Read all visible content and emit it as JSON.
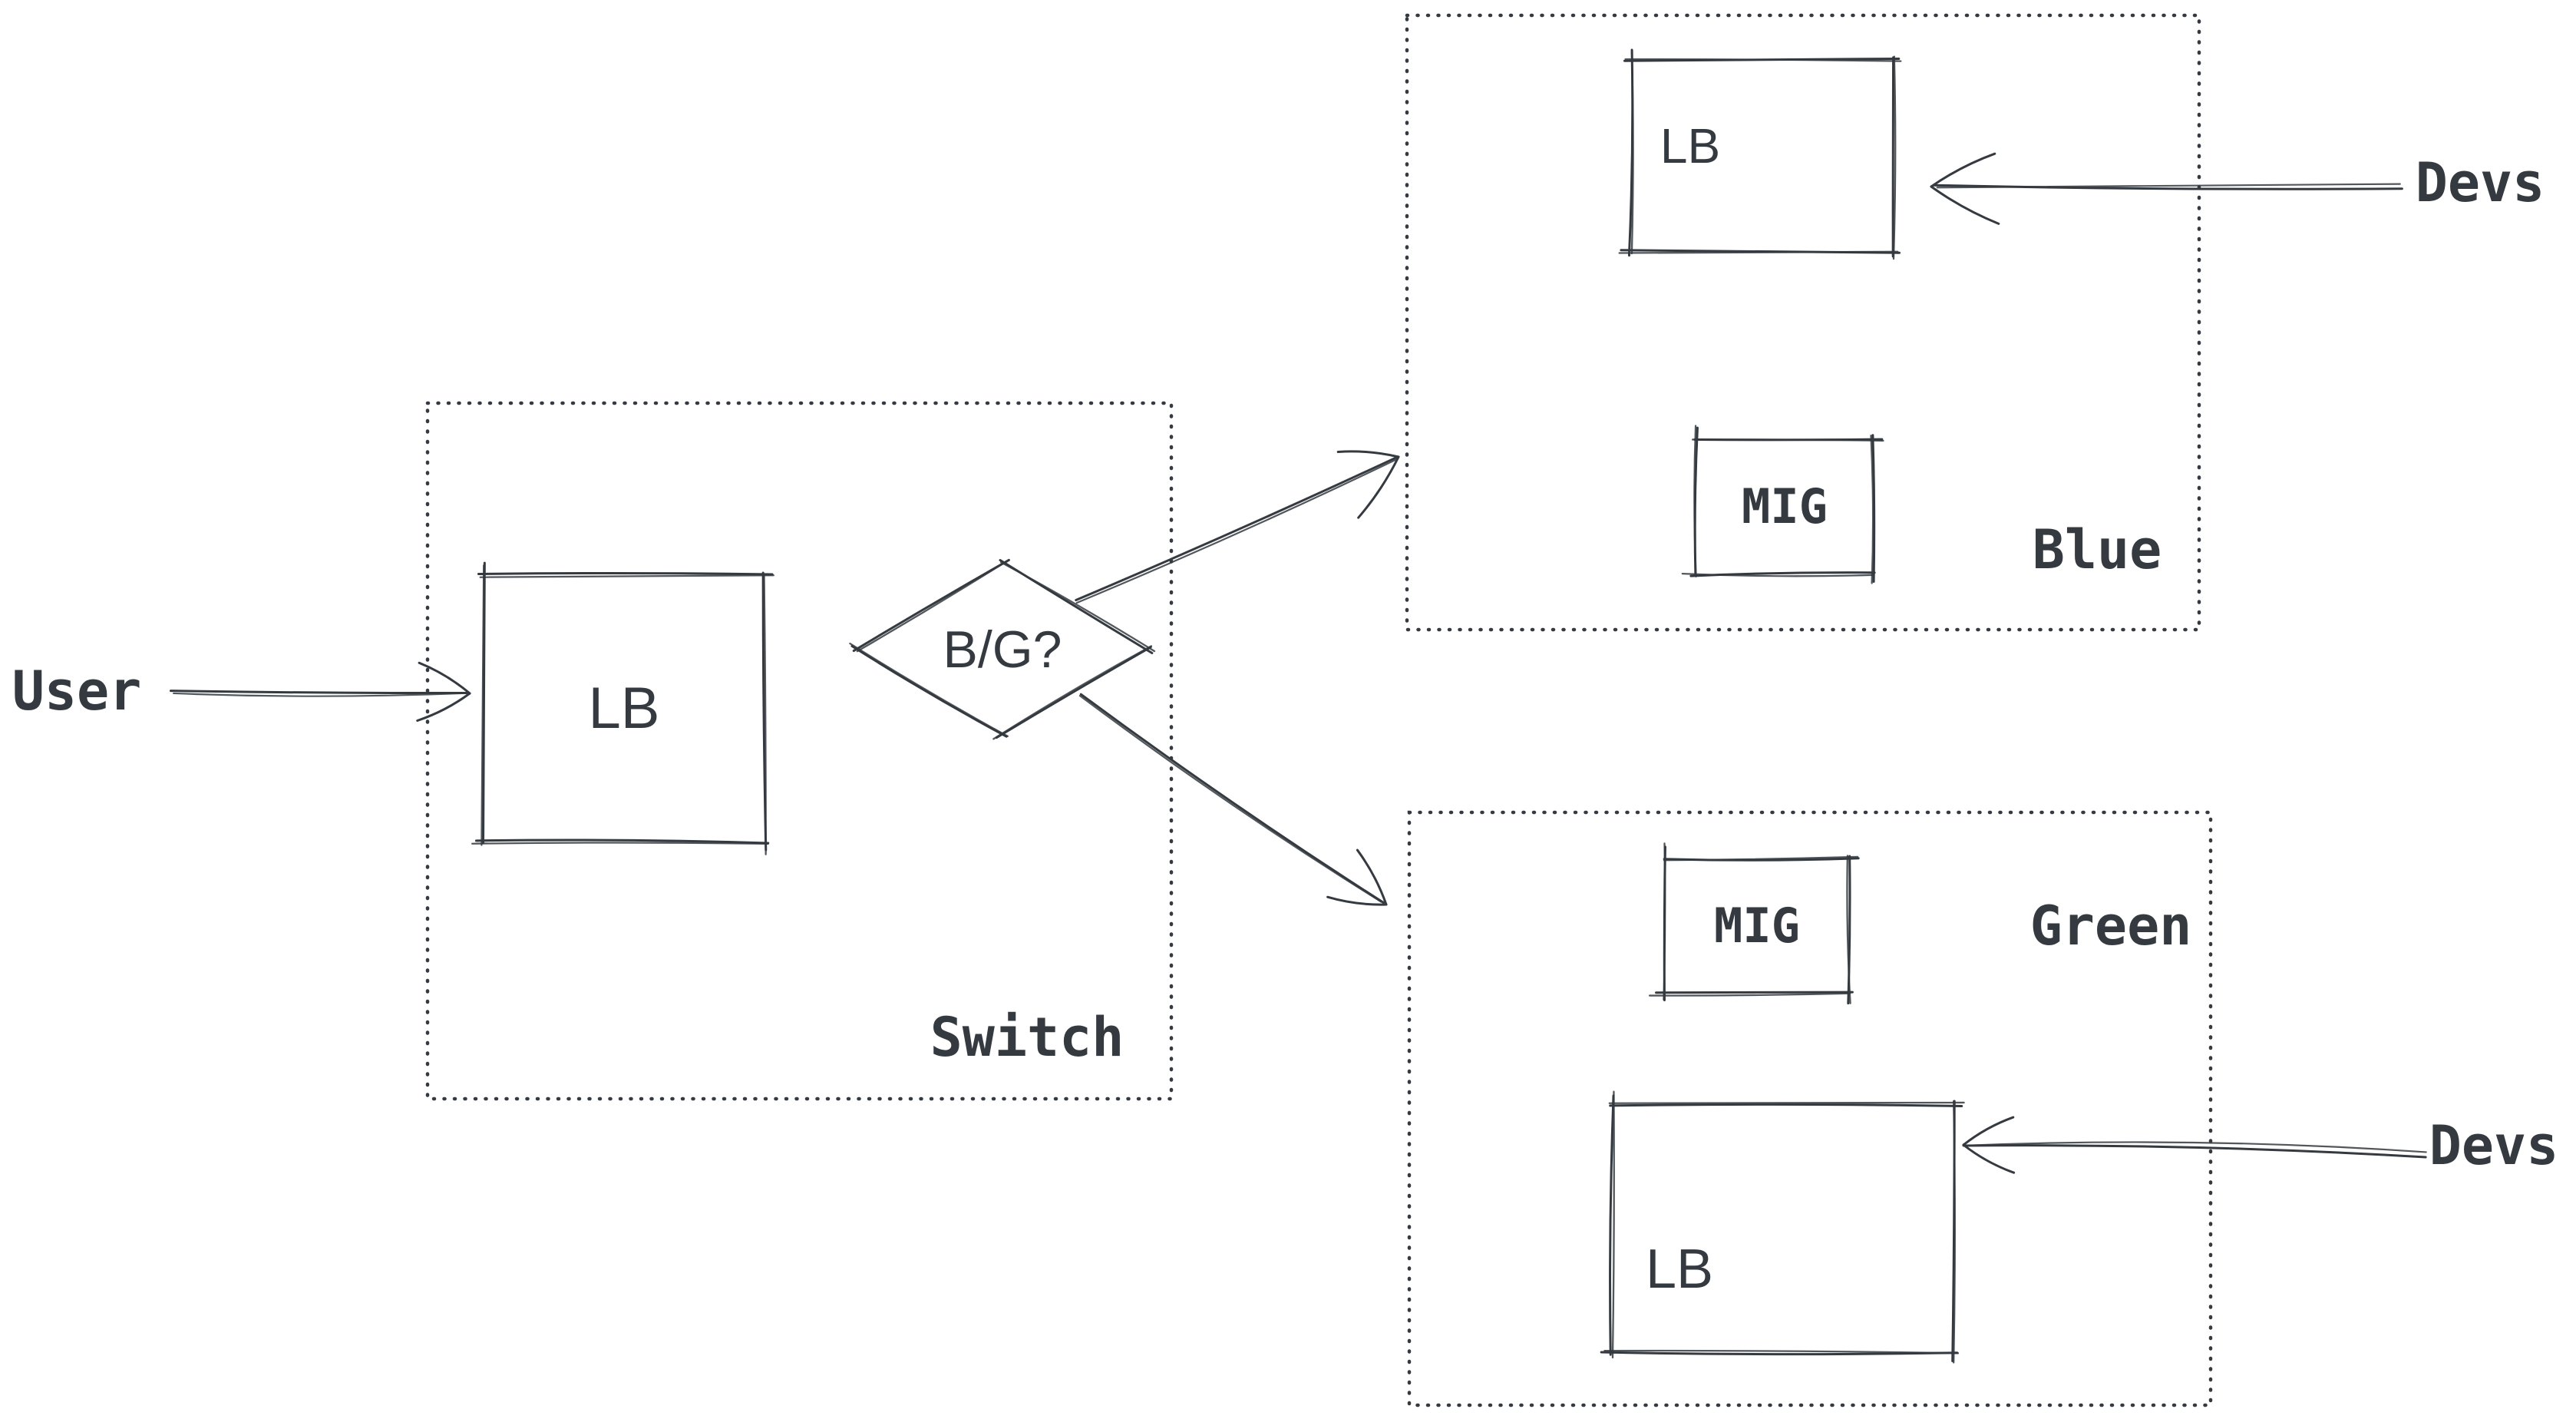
{
  "diagram": {
    "background": "#ffffff",
    "stroke_color": "#343a40",
    "labels": {
      "user": "User",
      "switch": "Switch",
      "switch_lb": "LB",
      "decision": "B/G?",
      "blue": "Blue",
      "blue_lb": "LB",
      "blue_mig": "MIG",
      "devs_top": "Devs",
      "green": "Green",
      "green_lb": "LB",
      "green_mig": "MIG",
      "devs_bottom": "Devs"
    }
  }
}
